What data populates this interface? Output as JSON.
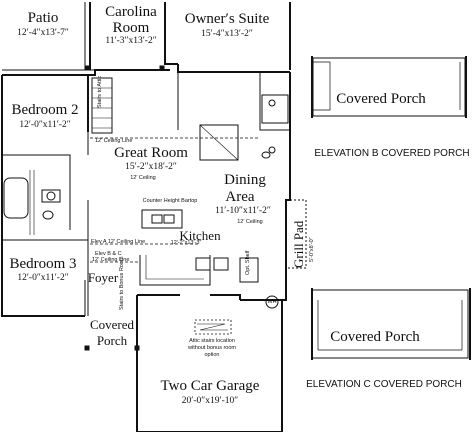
{
  "rooms": {
    "patio": {
      "name": "Patio",
      "dim": "12′-4″x13′-7″"
    },
    "carolina": {
      "name1": "Carolina",
      "name2": "Room",
      "dim": "11′-3″x13′-2″"
    },
    "owners_suite": {
      "name": "Owner′s Suite",
      "dim": "15′-4″x13′-2″"
    },
    "bedroom2": {
      "name": "Bedroom 2",
      "dim": "12′-0″x11′-2″"
    },
    "great_room": {
      "name": "Great Room",
      "dim": "15′-2″x18′-2″"
    },
    "dining": {
      "name1": "Dining",
      "name2": "Area",
      "dim": "11′-10″x11′-2″"
    },
    "kitchen": {
      "name": "Kitchen",
      "dim": "12′-2″x13′-3″"
    },
    "bedroom3": {
      "name": "Bedroom 3",
      "dim": "12′-0″x11′-2″"
    },
    "foyer": {
      "name": "Foyer"
    },
    "covered_porch_front": {
      "name1": "Covered",
      "name2": "Porch"
    },
    "garage": {
      "name": "Two Car Garage",
      "dim": "20′-0″x19′-10″"
    },
    "grill_pad": {
      "name": "Grill Pad",
      "dim": "5′-0″x8′-0″"
    }
  },
  "notes": {
    "stairs_attic": "Stairs to Attic",
    "ceiling_line": "12′ Ceiling Line",
    "ceiling_great": "12′ Ceiling",
    "ceiling_dining": "12′ Ceiling",
    "counter_bartop": "Counter Height Bartop",
    "elev_ceiling": "Elev A 12′ Ceiling Line",
    "elev_bc": "Elev B & C",
    "elev_bc_ceiling": "12′ Ceiling Line",
    "stairs_bonus": "Stairs to Bonus Room",
    "opt_shelf": "Opt. Shelf",
    "wh": "WH",
    "attic_stairs1": "Attic stairs location",
    "attic_stairs2": "without bonus room",
    "attic_stairs3": "option"
  },
  "elevations": {
    "b": {
      "porch": "Covered Porch",
      "caption": "ELEVATION B COVERED PORCH"
    },
    "c": {
      "porch": "Covered Porch",
      "caption": "ELEVATION C COVERED PORCH"
    }
  }
}
